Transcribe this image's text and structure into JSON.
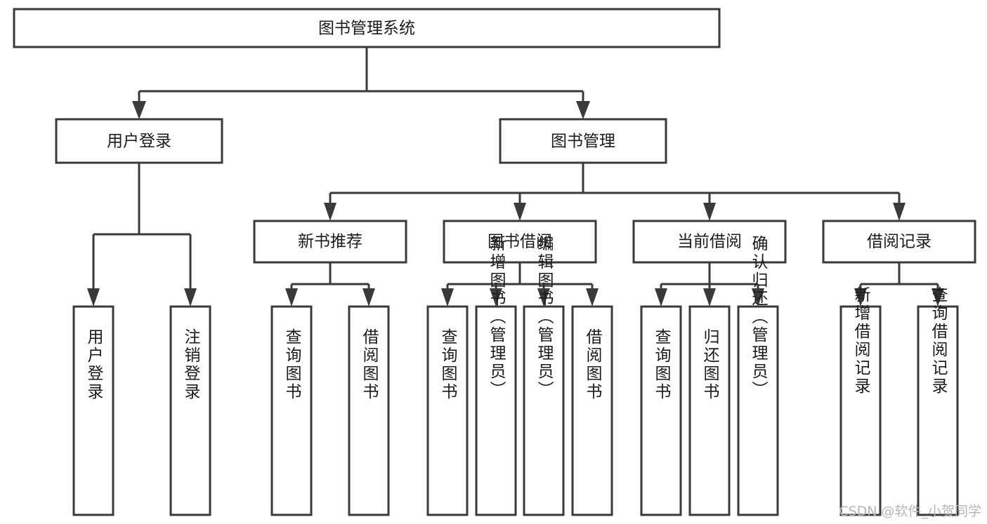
{
  "diagram": {
    "title": "图书管理系统",
    "type": "tree-hierarchy",
    "colors": {
      "stroke": "#3a3a3a",
      "box_fill": "#ffffff",
      "text": "#1b1b1b",
      "background": "#ffffff",
      "watermark": "#b6b6b6"
    },
    "levels": {
      "root": {
        "label": "图书管理系统"
      },
      "level2": [
        {
          "label": "用户登录"
        },
        {
          "label": "图书管理"
        }
      ],
      "level3": [
        {
          "label": "新书推荐"
        },
        {
          "label": "图书借阅"
        },
        {
          "label": "当前借阅"
        },
        {
          "label": "借阅记录"
        }
      ],
      "leaves": [
        {
          "label": "用户登录",
          "parent": "用户登录"
        },
        {
          "label": "注销登录",
          "parent": "用户登录"
        },
        {
          "label": "查询图书",
          "parent": "新书推荐"
        },
        {
          "label": "借阅图书",
          "parent": "新书推荐"
        },
        {
          "label": "查询图书",
          "parent": "图书借阅"
        },
        {
          "label": "新增图书（管理员）",
          "parent": "图书借阅"
        },
        {
          "label": "编辑图书（管理员）",
          "parent": "图书借阅"
        },
        {
          "label": "借阅图书",
          "parent": "图书借阅"
        },
        {
          "label": "查询图书",
          "parent": "当前借阅"
        },
        {
          "label": "归还图书",
          "parent": "当前借阅"
        },
        {
          "label": "确认归还（管理员）",
          "parent": "当前借阅"
        },
        {
          "label": "新增借阅记录",
          "parent": "借阅记录"
        },
        {
          "label": "查询借阅记录",
          "parent": "借阅记录"
        }
      ]
    },
    "watermark": "CSDN @软件_小贺同学"
  }
}
